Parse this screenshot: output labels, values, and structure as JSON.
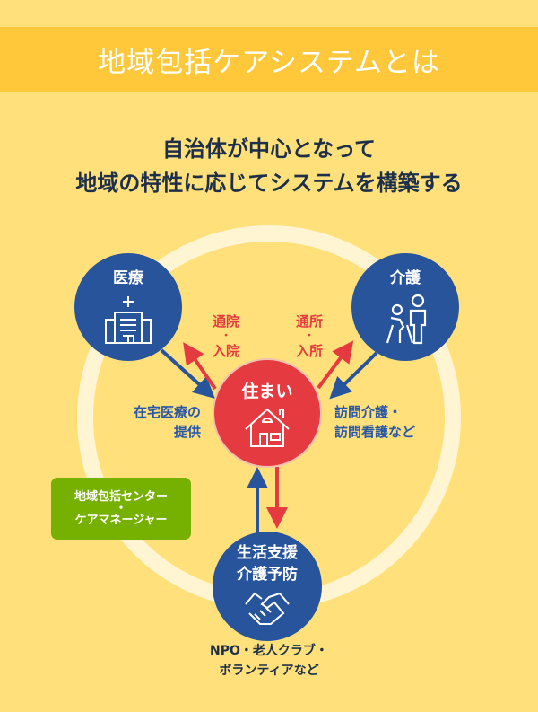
{
  "title": "地域包括ケアシステムとは",
  "subtitle": [
    "自治体が中心となって",
    "地域の特性に応じてシステムを構築する"
  ],
  "nodes": {
    "medical": "医療",
    "care": "介護",
    "home": "住まい",
    "support": [
      "生活支援",
      "介護予防"
    ]
  },
  "labels": {
    "hospital": [
      "通院",
      "・",
      "入院"
    ],
    "facility": [
      "通所",
      "・",
      "入所"
    ],
    "home_medical": [
      "在宅医療の",
      "提供"
    ],
    "home_care": [
      "訪問介護・",
      "訪問看護など"
    ],
    "center": [
      "地域包括センター",
      "・",
      "ケアマネージャー"
    ],
    "npo": [
      "NPO・老人クラブ・",
      "ボランティアなど"
    ]
  },
  "colors": {
    "blue": "#27549A",
    "red": "#E43A40",
    "green": "#76B000",
    "ring": "#FFF5D2"
  }
}
